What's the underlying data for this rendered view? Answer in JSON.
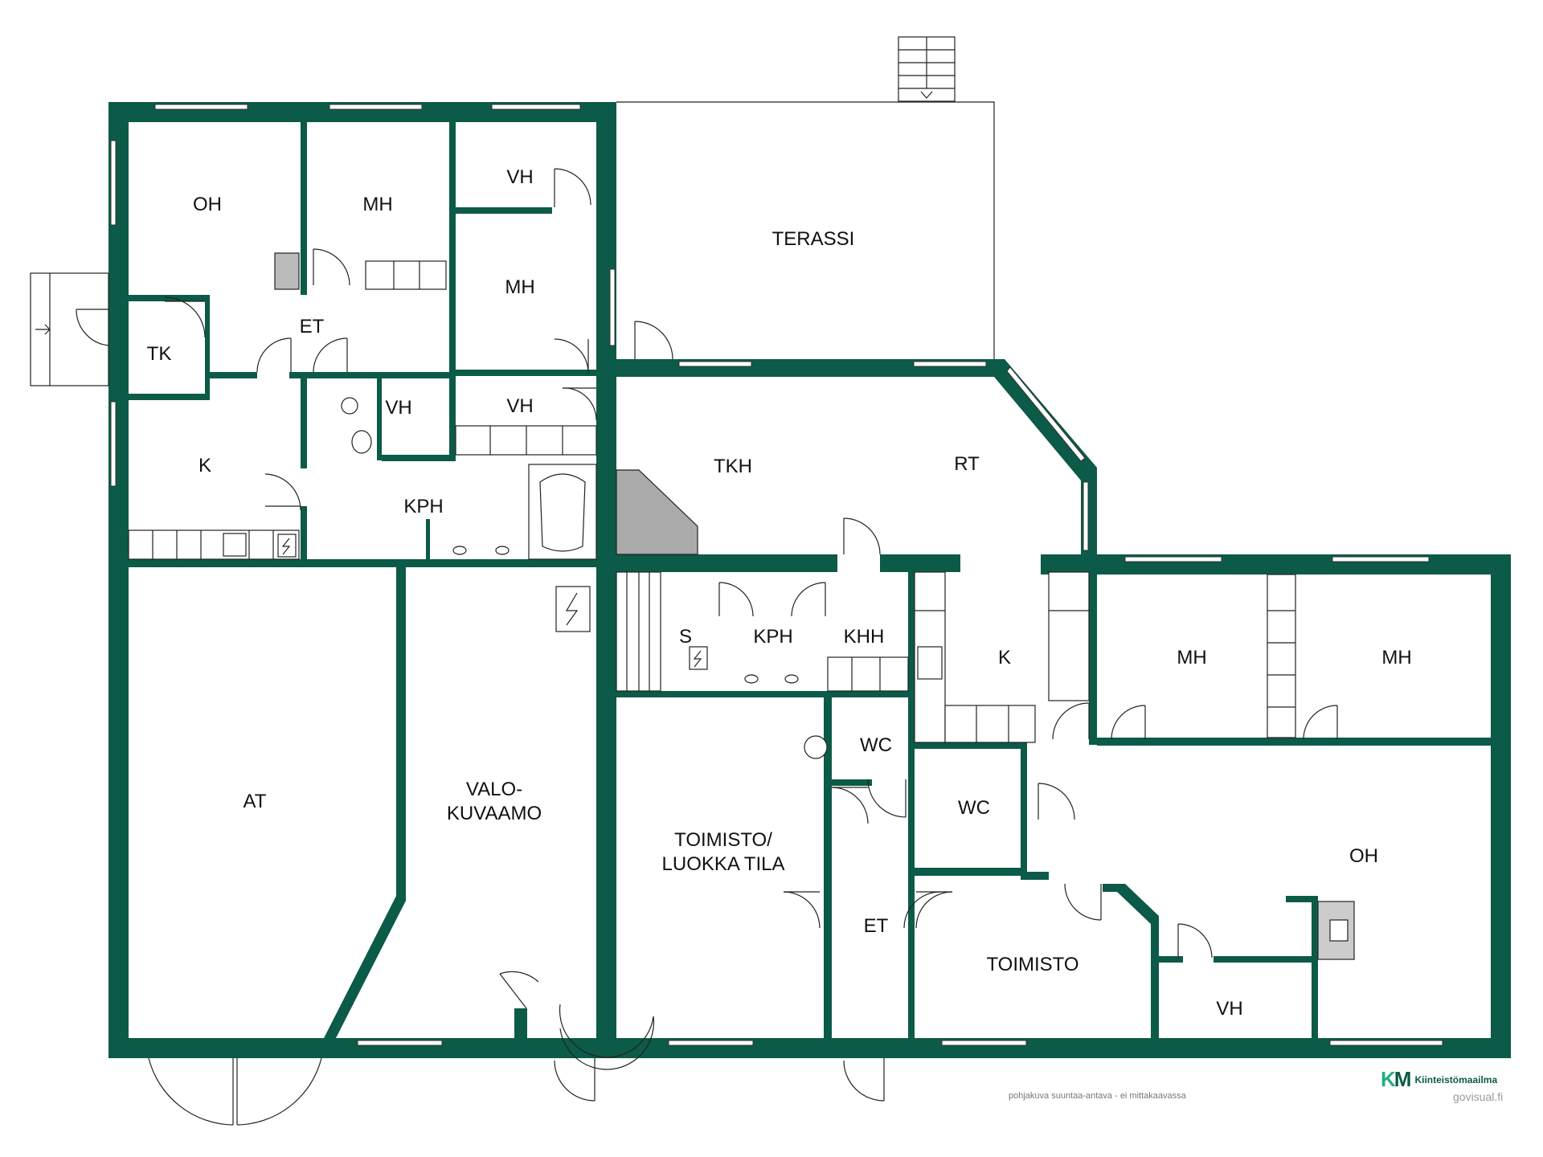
{
  "rooms": {
    "oh_top": "OH",
    "mh_1": "MH",
    "vh_1": "VH",
    "mh_2": "MH",
    "terassi": "TERASSI",
    "et_1": "ET",
    "tk": "TK",
    "vh_2": "VH",
    "vh_3": "VH",
    "k_1": "K",
    "tkh": "TKH",
    "rt": "RT",
    "kph_1": "KPH",
    "s": "S",
    "kph_2": "KPH",
    "khh": "KHH",
    "k_2": "K",
    "mh_3": "MH",
    "mh_4": "MH",
    "at": "AT",
    "valokuvaamo_1": "VALO-",
    "valokuvaamo_2": "KUVAAMO",
    "toimisto_1": "TOIMISTO/",
    "toimisto_2": "LUOKKA TILA",
    "wc_1": "WC",
    "wc_2": "WC",
    "oh_bottom": "OH",
    "et_2": "ET",
    "toimisto_3": "TOIMISTO",
    "vh_4": "VH"
  },
  "footer": {
    "note": "pohjakuva suuntaa-antava - ei mittakaavassa",
    "brand_mark_k": "K",
    "brand_mark_m": "M",
    "brand_name": "Kiinteistömaailma",
    "credit": "govisual.fi"
  },
  "colors": {
    "wall": "#0c5a48",
    "brand_accent": "#23b07d"
  }
}
